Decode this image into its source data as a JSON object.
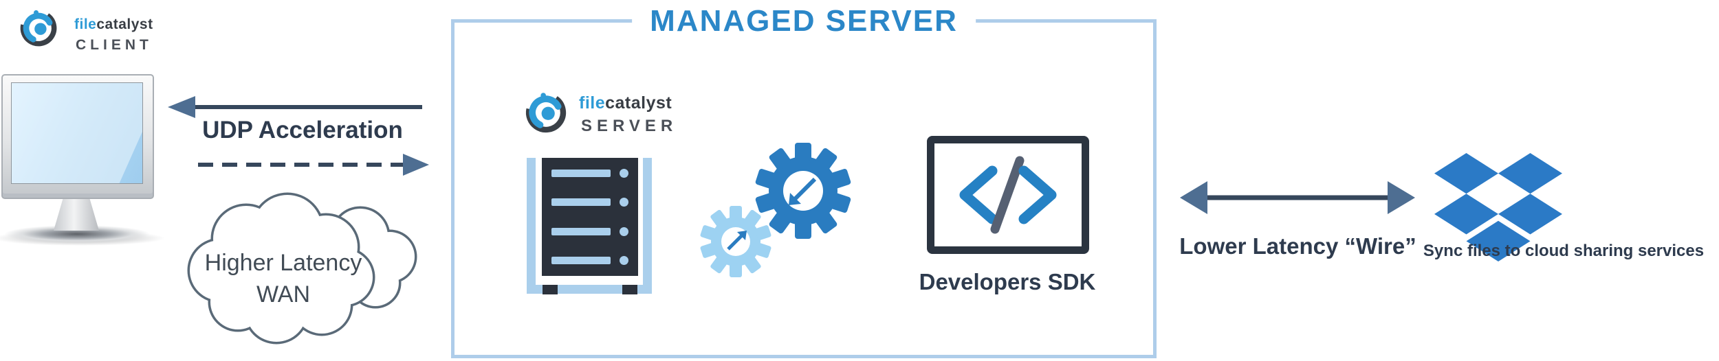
{
  "diagram": {
    "client": {
      "brand_blue": "file",
      "brand_dark": "catalyst",
      "product": "CLIENT"
    },
    "wan_link": {
      "label": "UDP Acceleration",
      "cloud_line1": "Higher Latency",
      "cloud_line2": "WAN"
    },
    "managed_server": {
      "title": "MANAGED SERVER",
      "brand_blue": "file",
      "brand_dark": "catalyst",
      "product": "SERVER",
      "sdk_caption": "Developers SDK"
    },
    "storage_link": {
      "label": "Lower Latency “Wire”"
    },
    "cloud_storage": {
      "caption": "Sync files to cloud sharing services"
    }
  },
  "icons": {
    "client_logo": "filecatalyst-logo-icon",
    "server_logo": "filecatalyst-logo-icon",
    "monitor": "desktop-monitor",
    "arrow_left": "solid-arrow-left-icon",
    "arrow_right_dashed": "dashed-arrow-right-icon",
    "wan_cloud": "cloud-icon",
    "server_rack": "server-rack-icon",
    "gears": "gears-icon",
    "code": "code-brackets-icon",
    "double_arrow": "double-headed-arrow-icon",
    "dropbox": "dropbox-icon"
  },
  "colors": {
    "brand_blue": "#2e9bd6",
    "brand_dark": "#383d44",
    "title_blue": "#2b87c8",
    "navy_text": "#2e3b4e",
    "box_border": "#aecdea",
    "gear_blue": "#2a7cc0",
    "gear_light_blue": "#9dd2f2",
    "rack_dark": "#2b313b",
    "rack_light": "#aacfec",
    "dropbox_blue": "#2b7ac6",
    "arrow_slate": "#4e6e92",
    "arrow_shaft": "#36475c"
  }
}
